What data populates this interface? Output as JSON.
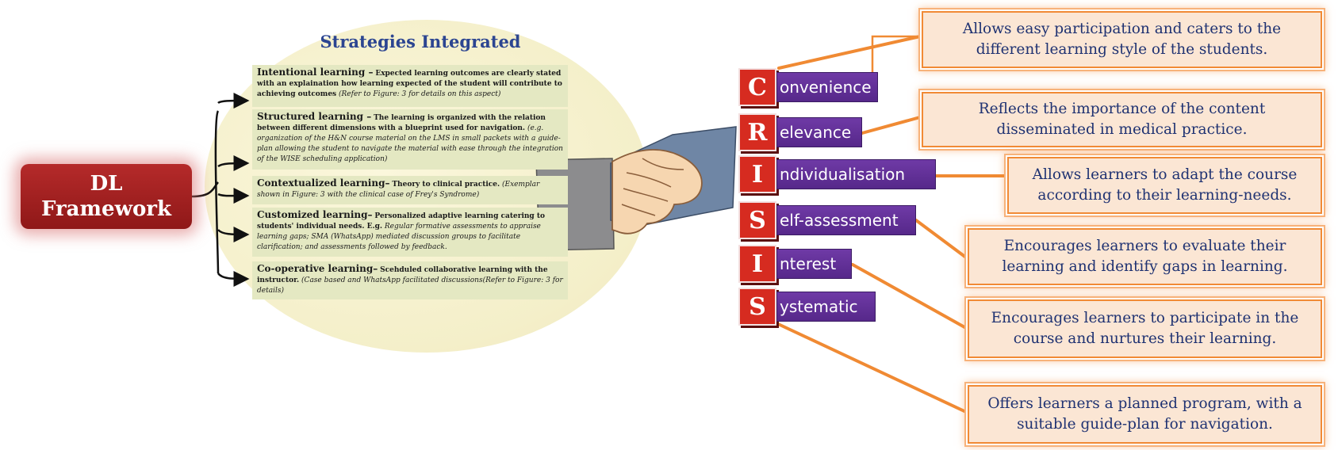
{
  "framework": {
    "label_line1": "DL",
    "label_line2": "Framework"
  },
  "strategies_title": "Strategies Integrated",
  "strategies": [
    {
      "name": "Intentional learning –",
      "description": "Expected learning outcomes are clearly stated with an explaination how learning expected of the student will contribute to achieving outcomes",
      "detail": "(Refer to Figure: 3 for details on this aspect)"
    },
    {
      "name": "Structured learning –",
      "description": "The learning is organized with the relation between different dimensions with a blueprint used for navigation.",
      "detail": "(e.g. organization of the H&N course material on the LMS in small packets with a guide-plan allowing the student to navigate the material with ease through the integration of the WISE scheduling application)"
    },
    {
      "name": "Contextualized learning–",
      "description": "Theory to clinical practice.",
      "detail": "(Exemplar shown in Figure: 3 with the clinical case of Frey's Syndrome)"
    },
    {
      "name": "Customized learning–",
      "description": "Personalized adaptive learning catering to students' individual needs. E.g.",
      "detail": "Regular formative assessments to appraise learning gaps; SMA (WhatsApp) mediated discussion groups to facilitate clarification; and assessments followed by feedback."
    },
    {
      "name": "Co-operative learning–",
      "description": "Scehduled collaborative learning with the instructor.",
      "detail": "(Case based and WhatsApp facilitated discussions(Refer to Figure: 3 for details)"
    }
  ],
  "crisis": [
    {
      "letter": "C",
      "rest": "onvenience",
      "description": "Allows easy participation and caters to the different learning style of the students."
    },
    {
      "letter": "R",
      "rest": "elevance",
      "description": "Reflects the importance of the content disseminated in medical practice."
    },
    {
      "letter": "I",
      "rest": "ndividualisation",
      "description": "Allows learners to adapt the course according to their learning-needs."
    },
    {
      "letter": "S",
      "rest": "elf-assessment",
      "description": "Encourages learners to evaluate their learning and identify gaps in learning."
    },
    {
      "letter": "I",
      "rest": "nterest",
      "description": "Encourages learners to participate in the course and nurtures their learning."
    },
    {
      "letter": "S",
      "rest": "ystematic",
      "description": "Offers learners a planned program, with a suitable guide-plan for navigation."
    }
  ],
  "colors": {
    "framework_box": "#a8201f",
    "title_blue": "#2c4591",
    "strategy_panel": "#e4e8c2",
    "crisis_letter": "#d62b20",
    "crisis_word": "#5e2d91",
    "description_border": "#f18a35",
    "description_fill": "#fbe6d4"
  },
  "icons": [
    "handshake-icon"
  ]
}
